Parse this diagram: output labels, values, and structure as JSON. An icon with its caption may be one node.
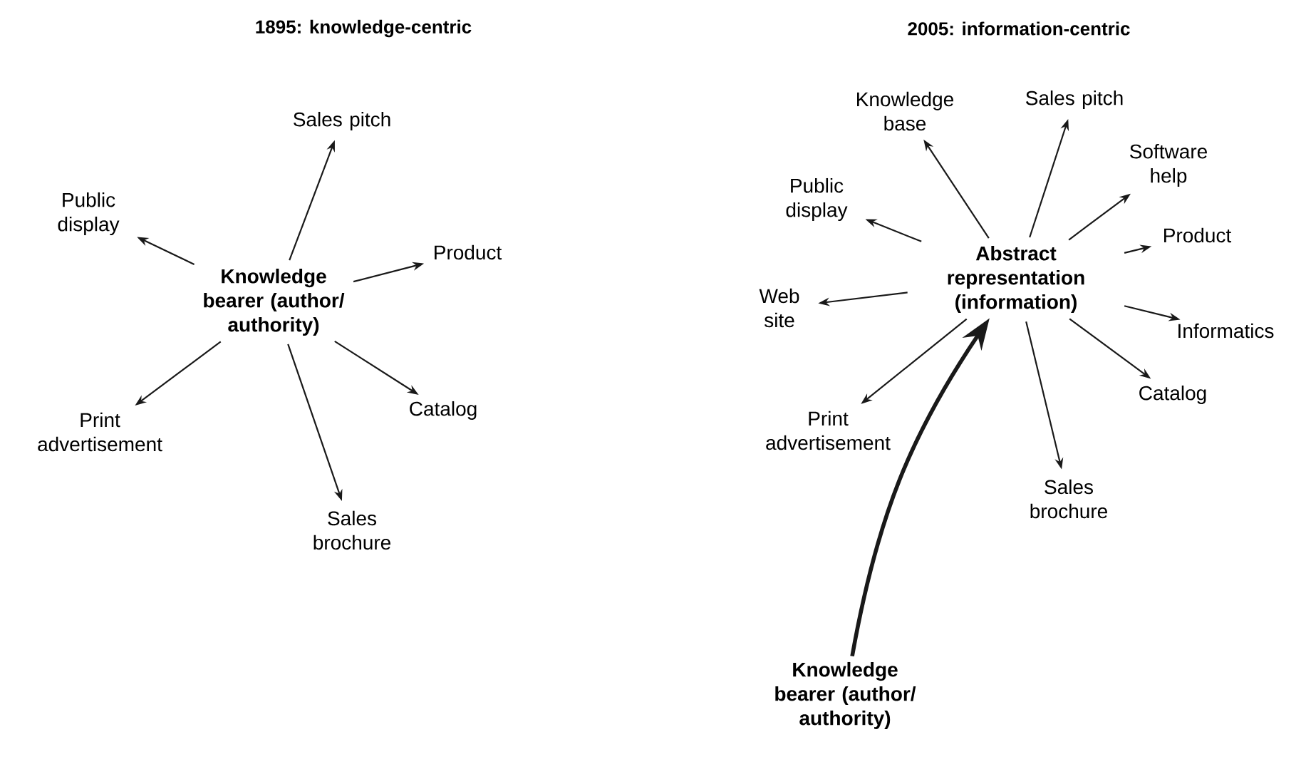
{
  "diagram": {
    "nodes": [
      {
        "text": [
          "Knowledge bearer (author/ authority)"
        ]
      },
      {
        "text": [
          "Sales pitch"
        ]
      },
      {
        "text": [
          "Public display"
        ]
      },
      {
        "text": [
          "Product"
        ]
      },
      {
        "text": [
          "Print advertisement"
        ]
      },
      {
        "text": [
          "Catalog"
        ]
      },
      {
        "text": [
          "Sales brochure"
        ]
      },
      {
        "text": [
          "Abstract representation (information)"
        ]
      },
      {
        "text": [
          "Knowledge base"
        ]
      },
      {
        "text": [
          "Sales pitch"
        ]
      },
      {
        "text": [
          "Public display"
        ]
      },
      {
        "text": [
          "Software help"
        ]
      },
      {
        "text": [
          "Product"
        ]
      },
      {
        "text": [
          "Web site"
        ]
      },
      {
        "text": [
          "Informatics"
        ]
      },
      {
        "text": [
          "Print advertisement"
        ]
      },
      {
        "text": [
          "Catalog"
        ]
      },
      {
        "text": [
          "Sales brochure"
        ]
      },
      {
        "text": [
          "Knowledge bearer (author/ authority)"
        ]
      }
    ],
    "edges": [
      {
        "from": 0,
        "to": 1,
        "arrow": "to"
      },
      {
        "from": 0,
        "to": 2,
        "arrow": "to"
      },
      {
        "from": 0,
        "to": 3,
        "arrow": "to"
      },
      {
        "from": 0,
        "to": 4,
        "arrow": "to"
      },
      {
        "from": 0,
        "to": 5,
        "arrow": "to"
      },
      {
        "from": 0,
        "to": 6,
        "arrow": "to"
      },
      {
        "from": 7,
        "to": 8,
        "arrow": "to"
      },
      {
        "from": 7,
        "to": 9,
        "arrow": "to"
      },
      {
        "from": 7,
        "to": 10,
        "arrow": "to"
      },
      {
        "from": 7,
        "to": 11,
        "arrow": "to"
      },
      {
        "from": 7,
        "to": 12,
        "arrow": "to"
      },
      {
        "from": 7,
        "to": 13,
        "arrow": "to"
      },
      {
        "from": 7,
        "to": 14,
        "arrow": "to"
      },
      {
        "from": 7,
        "to": 15,
        "arrow": "to"
      },
      {
        "from": 7,
        "to": 16,
        "arrow": "to"
      },
      {
        "from": 7,
        "to": 17,
        "arrow": "to"
      },
      {
        "from": 18,
        "to": 7,
        "arrow": "to",
        "style": "thick"
      }
    ],
    "labels": [
      "1895: knowledge-centric",
      "2005: information-centric"
    ]
  }
}
